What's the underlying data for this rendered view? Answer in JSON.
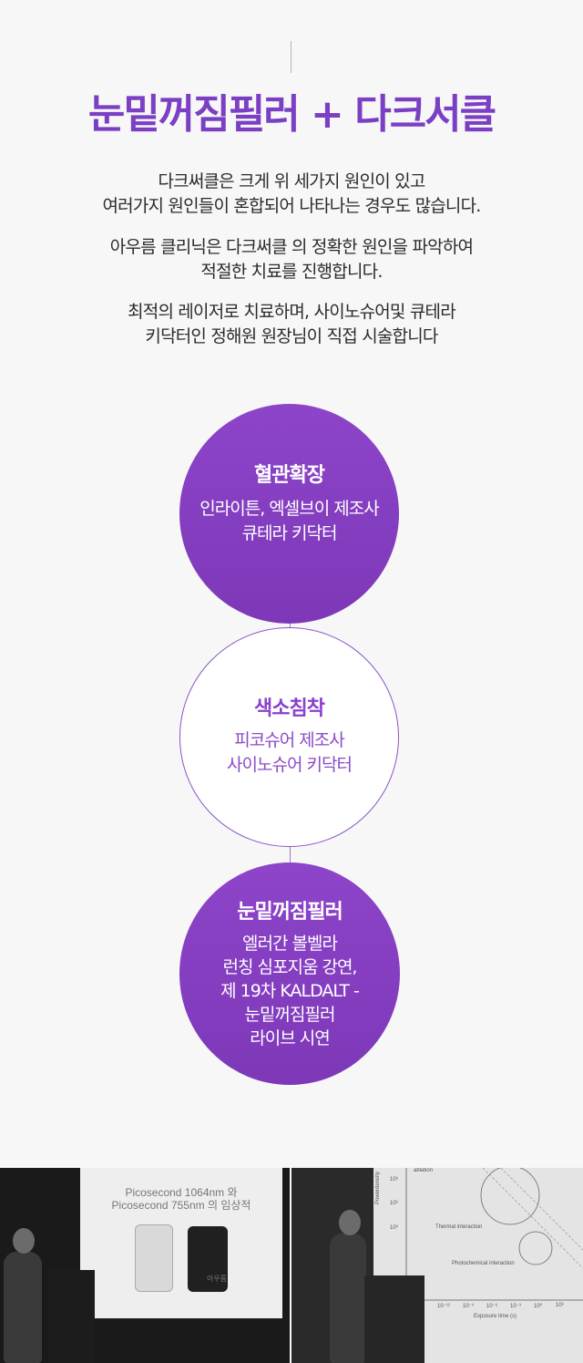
{
  "header": {
    "title": "눈밑꺼짐필러 + 다크서클"
  },
  "description": [
    [
      "다크써클은 크게 위 세가지 원인이 있고",
      "여러가지 원인들이 혼합되어 나타나는 경우도 많습니다."
    ],
    [
      "아우름 클리닉은 다크써클 의 정확한 원인을 파악하여",
      "적절한 치료를 진행합니다."
    ],
    [
      "최적의 레이저로 치료하며, 사이노슈어및 큐테라",
      "키닥터인 정해원 원장님이 직접 시술합니다"
    ]
  ],
  "circles": [
    {
      "title": "혈관확장",
      "lines": [
        "인라이튼, 엑셀브이 제조사",
        "큐테라 키닥터"
      ],
      "style": "filled"
    },
    {
      "title": "색소침착",
      "lines": [
        "피코슈어 제조사",
        "사이노슈어 키닥터"
      ],
      "style": "outline"
    },
    {
      "title": "눈밑꺼짐필러",
      "lines": [
        "엘러간 볼벨라",
        "런칭 심포지움 강연,",
        "제 19차 KALDALT -",
        "눈밑꺼짐필러",
        "라이브 시연"
      ],
      "style": "filled"
    }
  ],
  "photos": {
    "slide1": {
      "line1": "Picosecond 1064nm 와",
      "line2": "Picosecond 755nm 의 임상적 ",
      "caption": "아우름"
    },
    "slide2": {
      "ylabel": "Powerdensity",
      "ticks": [
        "10⁶",
        "10³",
        "10⁰"
      ],
      "labels": [
        "ablation",
        "Thermal interaction",
        "Photochemical interaction"
      ],
      "xlabel": "Exposure time (s)",
      "xticks": [
        "10⁻¹²",
        "10⁻⁹",
        "10⁻⁶",
        "10⁻³",
        "10⁰",
        "10³"
      ]
    }
  },
  "colors": {
    "accent": "#7b3fc4",
    "circle_fill": "#8d44c9",
    "text": "#2b2b2b"
  }
}
